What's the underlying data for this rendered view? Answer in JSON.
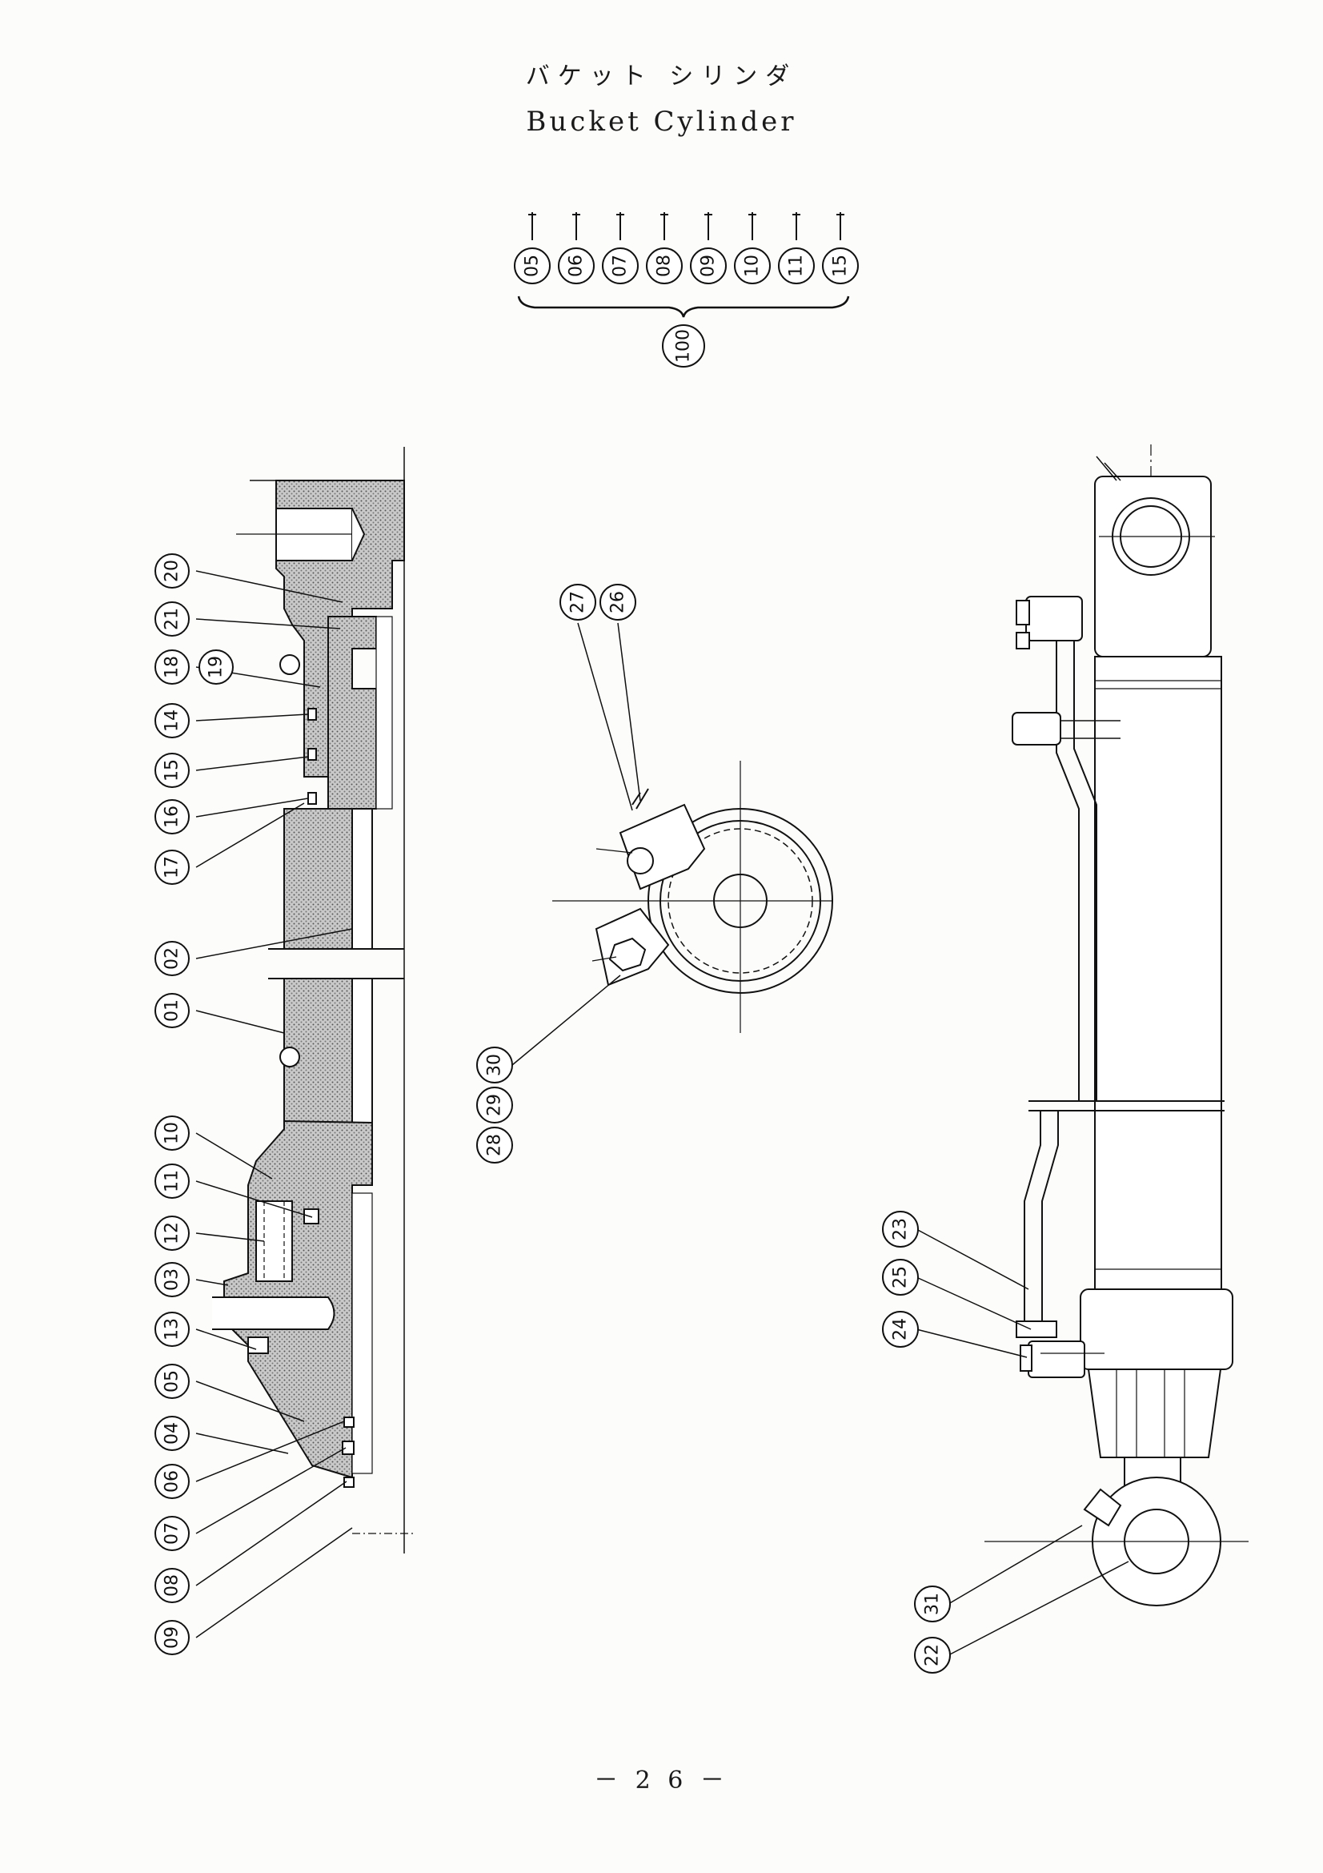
{
  "title_jp": "バケット シリンダ",
  "title_en": "Bucket Cylinder",
  "page_number": "－ 2 6 －",
  "assembly": {
    "parts": [
      "05",
      "06",
      "07",
      "08",
      "09",
      "10",
      "11",
      "15"
    ],
    "group": "100"
  },
  "section_callouts": [
    "20",
    "21",
    "18",
    "19",
    "14",
    "15",
    "16",
    "17",
    "02",
    "01",
    "10",
    "11",
    "12",
    "03",
    "13",
    "05",
    "04",
    "06",
    "07",
    "08",
    "09"
  ],
  "end_view_callouts": [
    "27",
    "26",
    "28",
    "29",
    "30"
  ],
  "side_view_callouts": [
    "23",
    "25",
    "24",
    "31",
    "22"
  ],
  "colors": {
    "ink": "#111111",
    "shade": "#9a9a9a",
    "paper": "#fcfcfa"
  }
}
